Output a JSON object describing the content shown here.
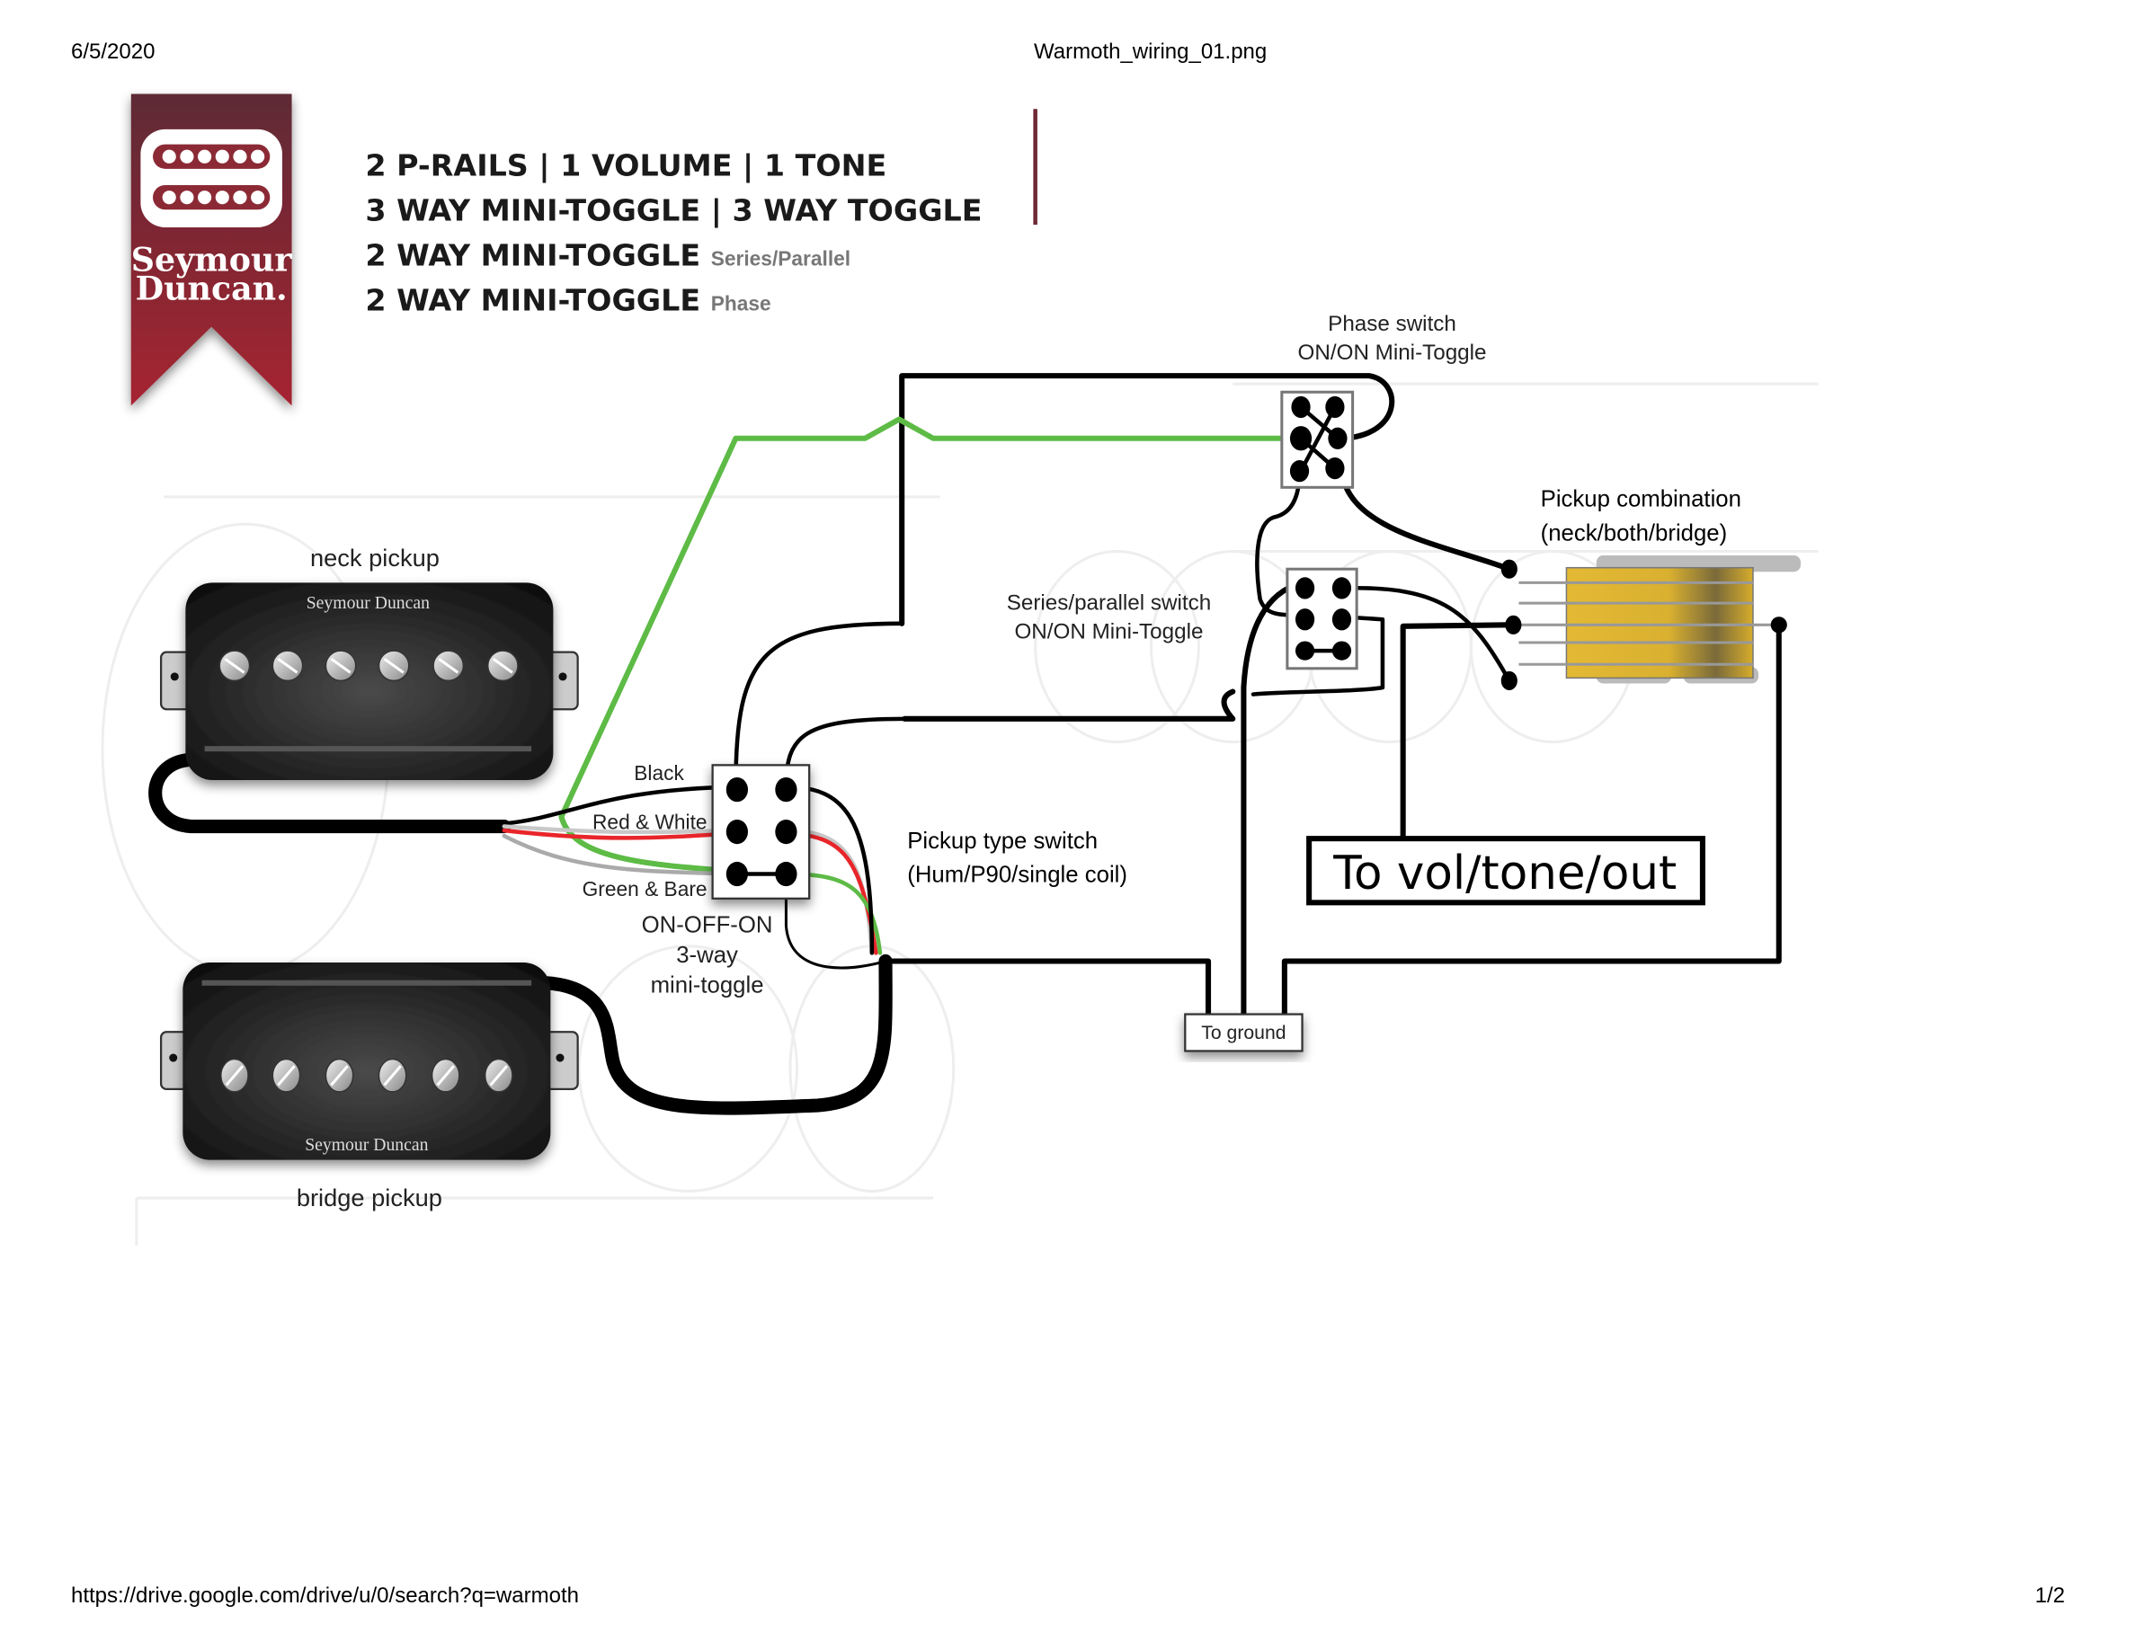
{
  "print_header": {
    "date": "6/5/2020",
    "file_name": "Warmoth_wiring_01.png"
  },
  "print_footer": {
    "url": "https://drive.google.com/drive/u/0/search?q=warmoth",
    "page": "1/2"
  },
  "brand": {
    "name_line1": "Seymour",
    "name_line2": "Duncan.",
    "color": "#8e2233"
  },
  "title_block": {
    "lines": [
      {
        "main": "2 P-RAILS | 1 VOLUME | 1 TONE",
        "sub": ""
      },
      {
        "main": "3 WAY MINI-TOGGLE | 3 WAY TOGGLE",
        "sub": ""
      },
      {
        "main": "2 WAY MINI-TOGGLE",
        "sub": "Series/Parallel"
      },
      {
        "main": "2 WAY MINI-TOGGLE",
        "sub": "Phase"
      }
    ]
  },
  "pickups": {
    "neck": {
      "label": "neck pickup",
      "brand_text": "Seymour Duncan"
    },
    "bridge": {
      "label": "bridge pickup",
      "brand_text": "Seymour Duncan"
    }
  },
  "pickup_type_switch": {
    "wire_labels": [
      "Black",
      "Red & White",
      "Green & Bare"
    ],
    "type_line1": "ON-OFF-ON",
    "type_line2": "3-way",
    "type_line3": "mini-toggle",
    "title_line1": "Pickup type switch",
    "title_line2": "(Hum/P90/single coil)"
  },
  "phase_switch": {
    "title_line1": "Phase switch",
    "title_line2": "ON/ON Mini-Toggle"
  },
  "series_parallel_switch": {
    "title_line1": "Series/parallel switch",
    "title_line2": "ON/ON Mini-Toggle"
  },
  "pickup_selector": {
    "title_line1": "Pickup combination",
    "title_line2": "(neck/both/bridge)"
  },
  "outputs": {
    "vol_tone_out": "To vol/tone/out",
    "ground": "To ground"
  },
  "wire_colors": {
    "black": "#000000",
    "red": "#e8252a",
    "green": "#5dbb46",
    "white": "#c8c8c8",
    "selector_gold": "#e0b42e"
  }
}
